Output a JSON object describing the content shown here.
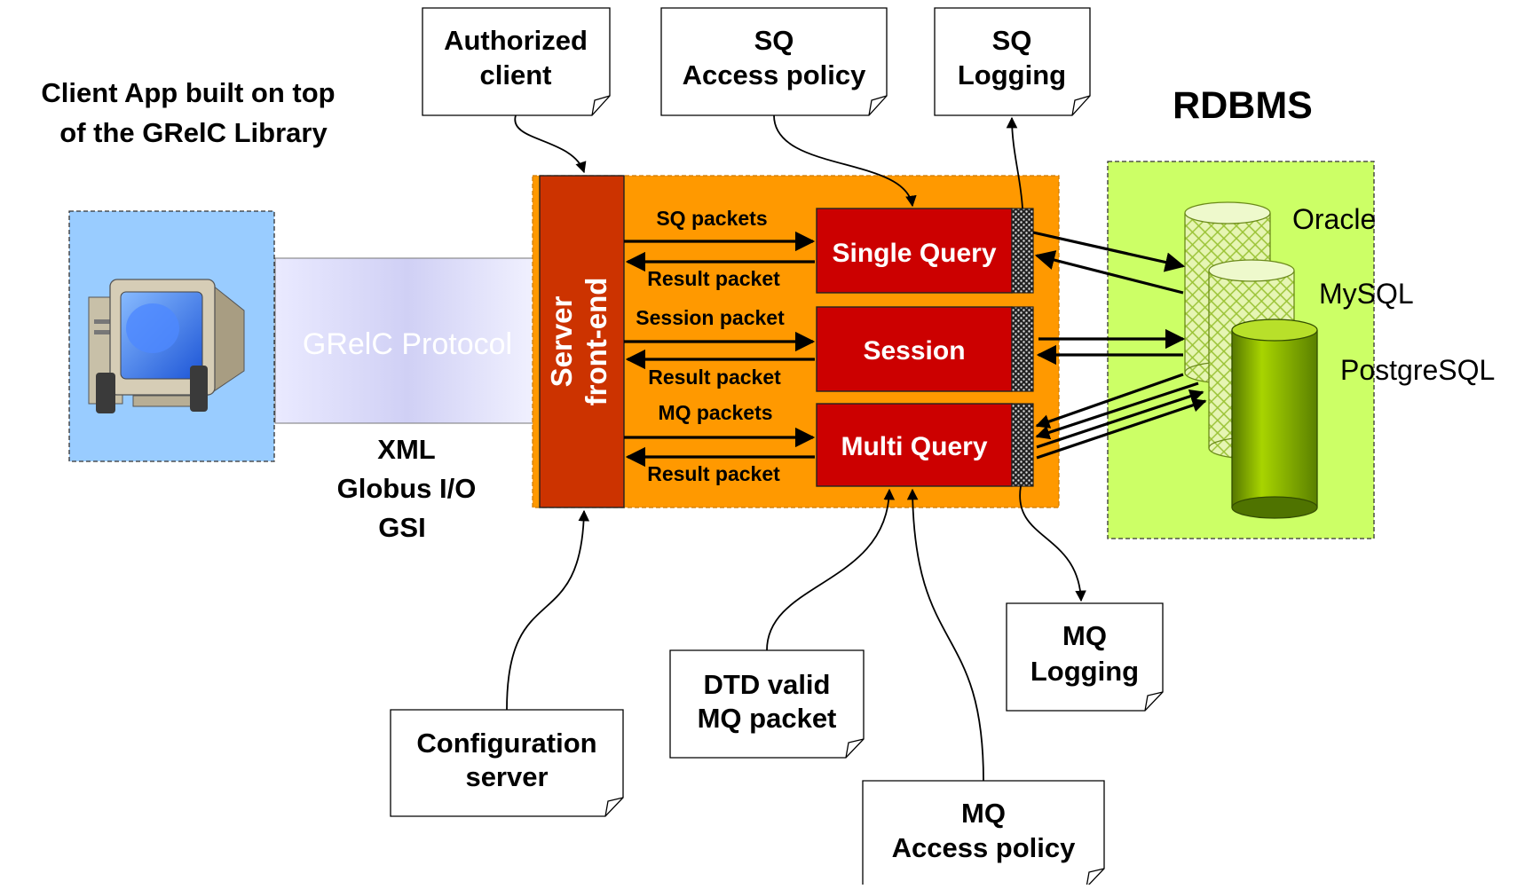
{
  "client": {
    "title_line1": "Client App built on top",
    "title_line2": "of the GRelC Library"
  },
  "protocol": {
    "label": "GRelC Protocol",
    "stack": [
      "XML",
      "Globus I/O",
      "GSI"
    ]
  },
  "server": {
    "line1": "Server",
    "line2": "front-end"
  },
  "modules": {
    "single_query": "Single Query",
    "session": "Session",
    "multi_query": "Multi Query"
  },
  "packets": {
    "sq_packets": "SQ packets",
    "sq_result": "Result packet",
    "session_packet": "Session packet",
    "session_result": "Result packet",
    "mq_packets": "MQ packets",
    "mq_result": "Result packet"
  },
  "notes": {
    "authorized_client": [
      "Authorized",
      "client"
    ],
    "sq_access_policy": [
      "SQ",
      "Access policy"
    ],
    "sq_logging": [
      "SQ",
      "Logging"
    ],
    "mq_logging": [
      "MQ",
      "Logging"
    ],
    "dtd_valid": [
      "DTD valid",
      "MQ packet"
    ],
    "mq_access_policy": [
      "MQ",
      "Access policy"
    ],
    "configuration_server": [
      "Configuration",
      "server"
    ]
  },
  "rdbms": {
    "title": "RDBMS",
    "databases": [
      "Oracle",
      "MySQL",
      "PostgreSQL"
    ]
  },
  "colors": {
    "orange_panel": "#ff9900",
    "server_frontend": "#cc3300",
    "module_red": "#cc0000",
    "rdbms_green": "#ccff66",
    "client_blue": "#99ccff",
    "protocol_lilac": "#d8d8f8"
  }
}
